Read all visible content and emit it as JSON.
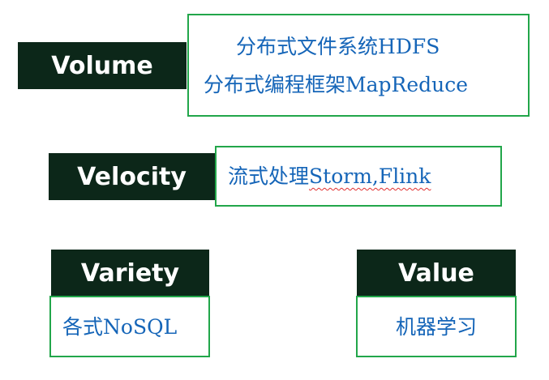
{
  "volume": {
    "label": "Volume",
    "line1_cn": "分布式文件系统",
    "line1_en": "HDFS",
    "line2_cn": "分布式编程框架",
    "line2_en": "MapReduce"
  },
  "velocity": {
    "label": "Velocity",
    "line_cn": "流式处理",
    "line_en": "Storm,Flink"
  },
  "variety": {
    "label": "Variety",
    "line_cn": "各式",
    "line_en": "NoSQL"
  },
  "value": {
    "label": "Value",
    "line_cn": "机器学习"
  },
  "colors": {
    "label_bg": "#0c2719",
    "label_text": "#ffffff",
    "box_border": "#22a64a",
    "box_text": "#1565b8",
    "spellcheck_underline": "#e03030"
  }
}
